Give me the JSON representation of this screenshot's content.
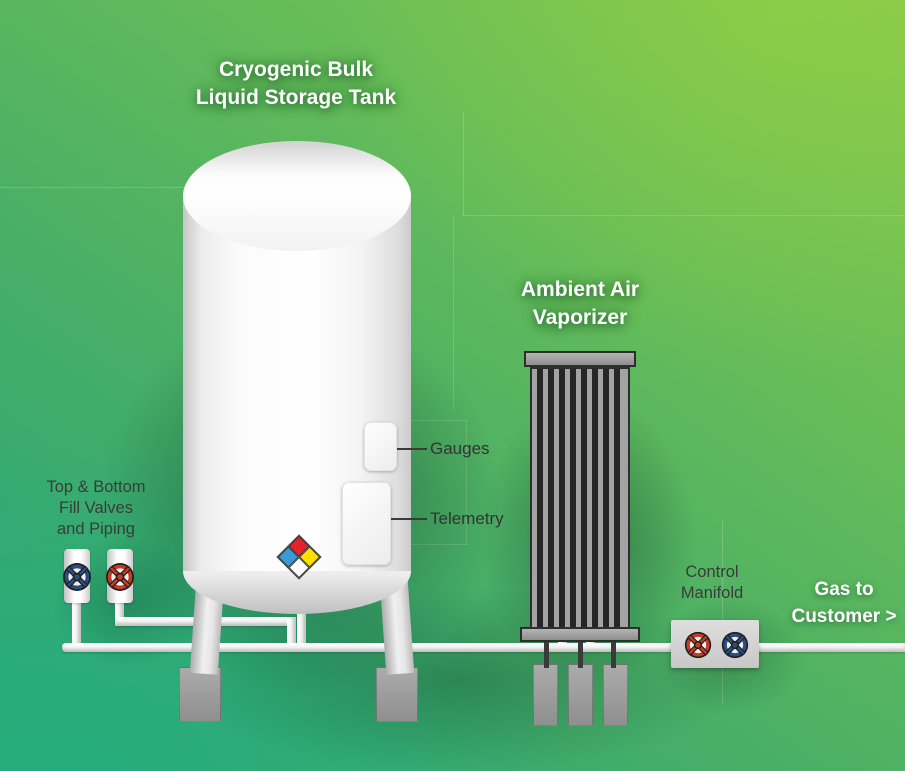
{
  "palette": {
    "bg_top_right": "#7fc353",
    "bg_mid": "#5cb860",
    "bg_bottom_left": "#2aa877",
    "valve_blue": "#2a4d7f",
    "valve_red": "#c63b24",
    "nfpa_red": "#e32229",
    "nfpa_yellow": "#ffe000",
    "nfpa_blue": "#3a9ad8"
  },
  "labels": {
    "tank_title": [
      "Cryogenic Bulk",
      "Liquid Storage Tank"
    ],
    "vaporizer_title": [
      "Ambient Air",
      "Vaporizer"
    ],
    "fill_valves": [
      "Top & Bottom",
      "Fill Valves",
      "and Piping"
    ],
    "gauges": "Gauges",
    "telemetry": "Telemetry",
    "control_manifold": [
      "Control",
      "Manifold"
    ],
    "gas_to_customer": [
      "Gas to",
      "Customer >"
    ]
  },
  "icons": {
    "fill_valve_left": "blue-handwheel-valve-icon",
    "fill_valve_right": "red-handwheel-valve-icon",
    "manifold_valve_left": "red-handwheel-valve-icon",
    "manifold_valve_right": "blue-handwheel-valve-icon",
    "hazard_placard": "nfpa-diamond-icon"
  }
}
